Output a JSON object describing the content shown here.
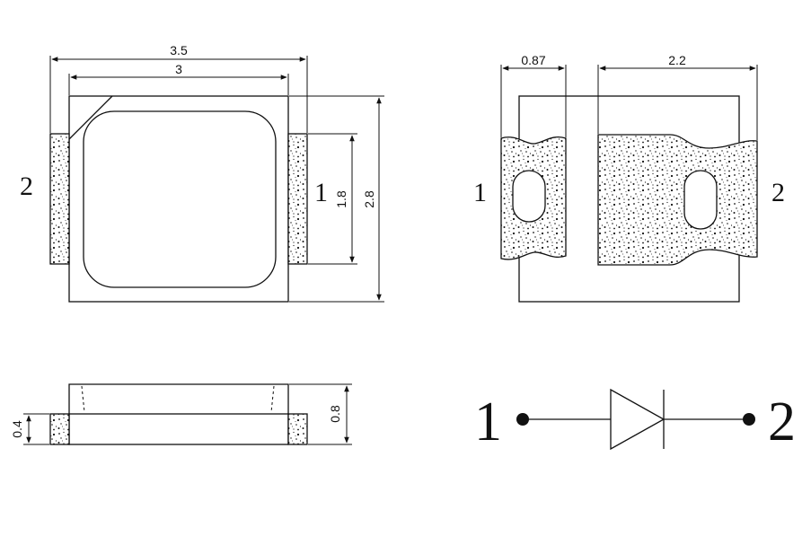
{
  "top_view": {
    "dim_width_outer": "3.5",
    "dim_width_body": "3",
    "dim_height_outer": "2.8",
    "dim_height_pad": "1.8",
    "pin_left": "2",
    "pin_right": "1"
  },
  "pad_view": {
    "dim_pad_width": "0.87",
    "dim_pad_span": "2.2",
    "pin_left": "1",
    "pin_right": "2"
  },
  "side_view": {
    "dim_total_height": "0.8",
    "dim_base_height": "0.4"
  },
  "schematic": {
    "symbol": "diode",
    "pin_left": "1",
    "pin_right": "2"
  },
  "colors": {
    "line": "#111111",
    "background": "#ffffff"
  }
}
